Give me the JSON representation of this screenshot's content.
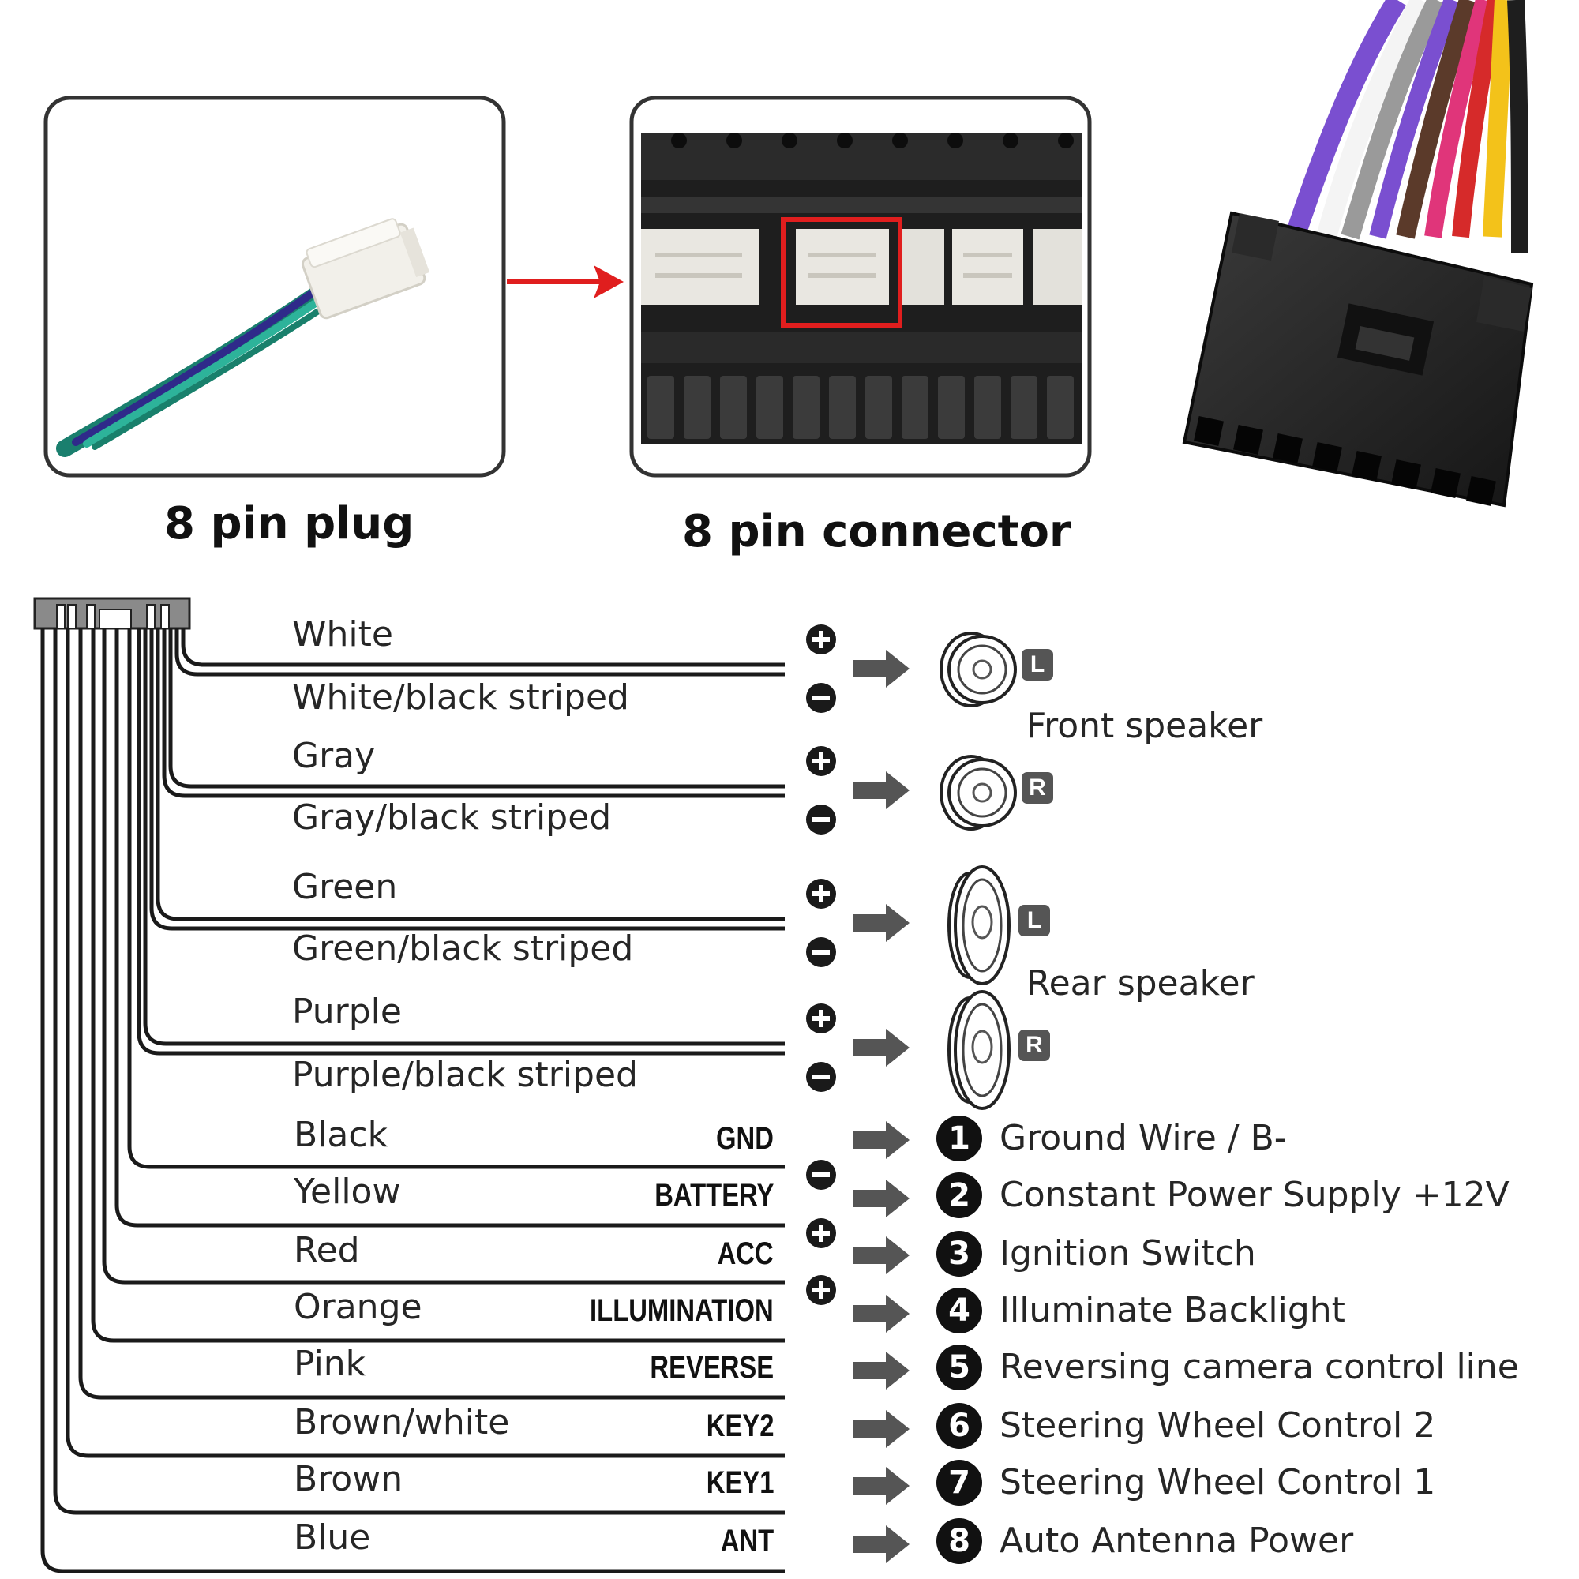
{
  "captions": {
    "plug": "8 pin plug",
    "connector": "8 pin connector"
  },
  "speaker_groups": {
    "front": "Front speaker",
    "rear": "Rear speaker"
  },
  "speaker_wires": [
    {
      "plus": "White",
      "minus": "White/black striped",
      "side": "L",
      "group": "front"
    },
    {
      "plus": "Gray",
      "minus": "Gray/black striped",
      "side": "R",
      "group": "front"
    },
    {
      "plus": "Green",
      "minus": "Green/black striped",
      "side": "L",
      "group": "rear"
    },
    {
      "plus": "Purple",
      "minus": "Purple/black striped",
      "side": "R",
      "group": "rear"
    }
  ],
  "function_wires": [
    {
      "color": "Black",
      "code": "GND",
      "polarity": "minus",
      "number": "1",
      "description": "Ground Wire / B-"
    },
    {
      "color": "Yellow",
      "code": "BATTERY",
      "polarity": "plus",
      "number": "2",
      "description": "Constant Power Supply +12V"
    },
    {
      "color": "Red",
      "code": "ACC",
      "polarity": "plus",
      "number": "3",
      "description": "Ignition Switch"
    },
    {
      "color": "Orange",
      "code": "ILLUMINATION",
      "polarity": "",
      "number": "4",
      "description": "Illuminate Backlight"
    },
    {
      "color": "Pink",
      "code": "REVERSE",
      "polarity": "",
      "number": "5",
      "description": "Reversing camera control line"
    },
    {
      "color": "Brown/white",
      "code": "KEY2",
      "polarity": "",
      "number": "6",
      "description": "Steering Wheel Control 2"
    },
    {
      "color": "Brown",
      "code": "KEY1",
      "polarity": "",
      "number": "7",
      "description": "Steering Wheel Control 1"
    },
    {
      "color": "Blue",
      "code": "ANT",
      "polarity": "",
      "number": "8",
      "description": "Auto  Antenna Power"
    }
  ],
  "colors": {
    "wire": "#1a1a1a",
    "arrow": "#555555",
    "highlight": "#e01e1e",
    "plug_green": "#1f8f7a",
    "plug_purple": "#4a3aa8"
  }
}
